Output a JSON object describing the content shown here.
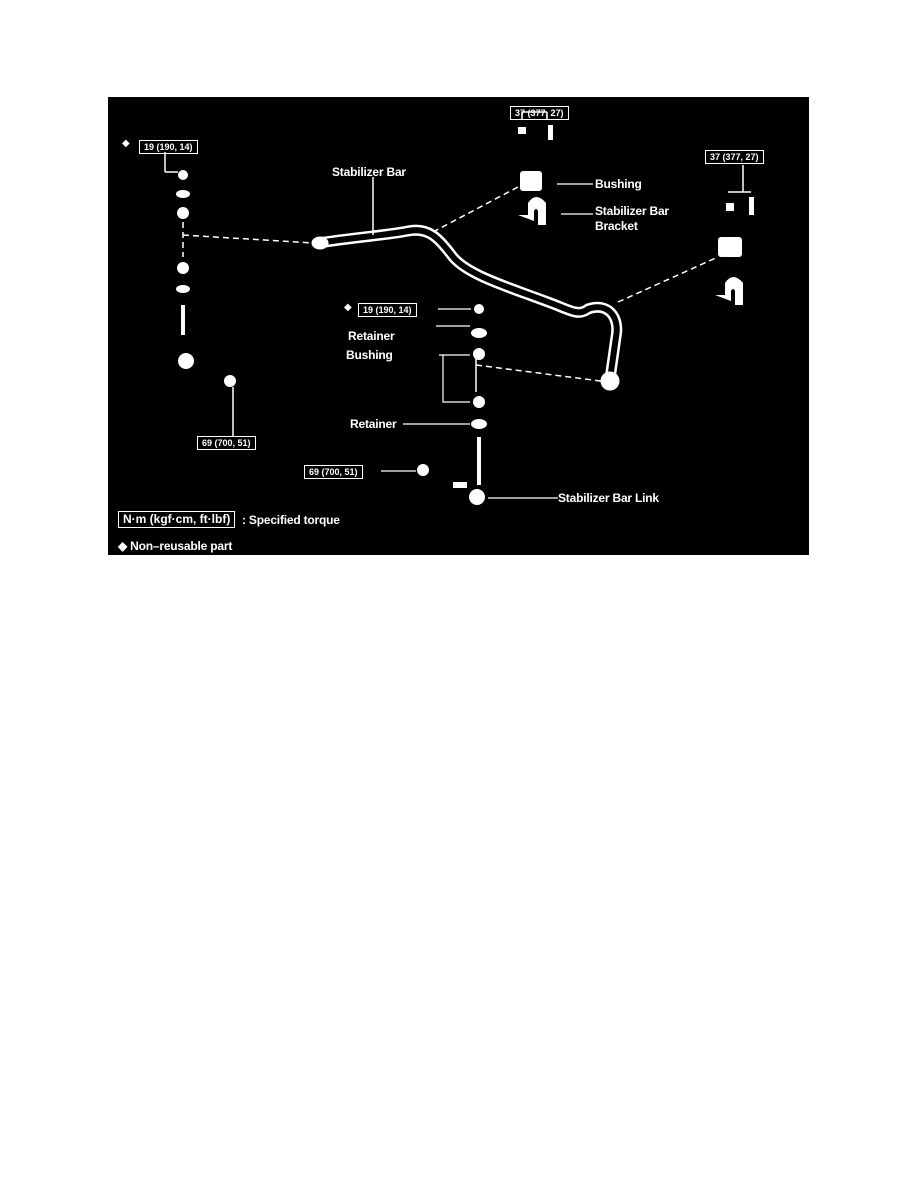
{
  "diagram": {
    "torque_top_left": "19 (190, 14)",
    "torque_center": "19 (190, 14)",
    "torque_bracket_1": "37 (377, 27)",
    "torque_bracket_2": "37 (377, 27)",
    "torque_link_left": "69 (700, 51)",
    "torque_link_center": "69 (700, 51)",
    "non_reusable_marker": "◆",
    "labels": {
      "stabilizer_bar": "Stabilizer Bar",
      "bushing_bracket": "Bushing",
      "bracket_line1": "Stabilizer Bar",
      "bracket_line2": "Bracket",
      "retainer_upper": "Retainer",
      "bushing_link": "Bushing",
      "retainer_lower": "Retainer",
      "stabilizer_bar_link": "Stabilizer Bar Link"
    },
    "legend": {
      "unit_box": "N·m (kgf·cm, ft·lbf)",
      "unit_desc": ": Specified torque",
      "non_reusable": "◆ Non–reusable part"
    }
  }
}
